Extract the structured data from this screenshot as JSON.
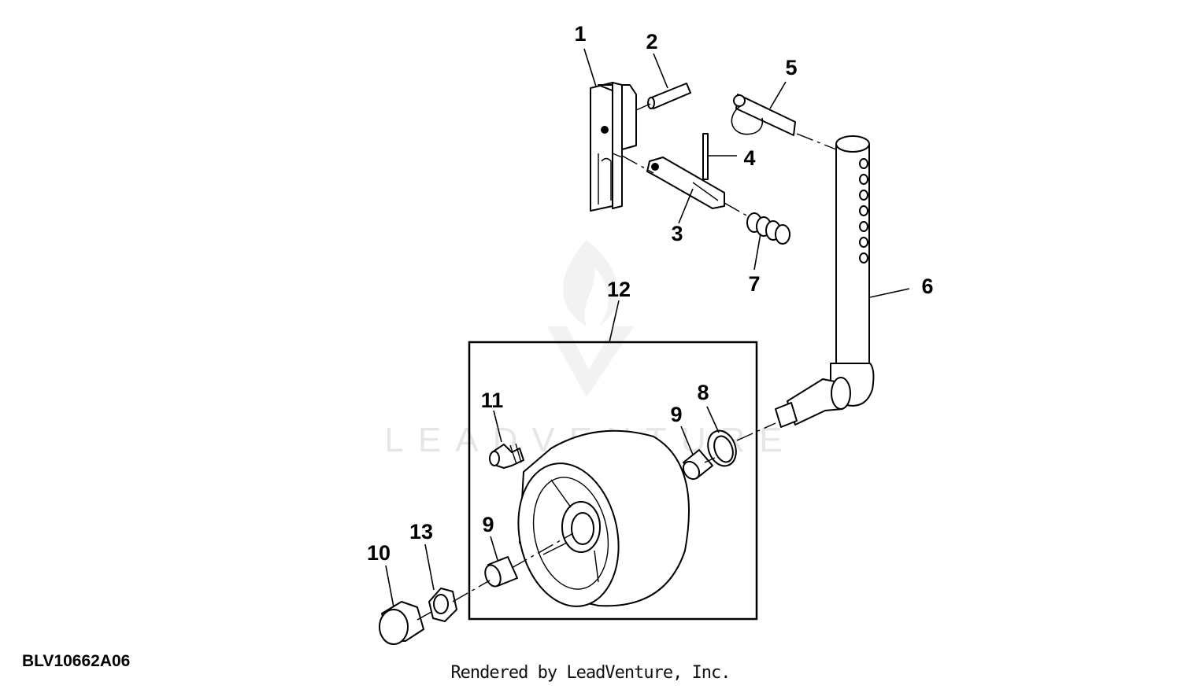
{
  "diagram": {
    "callouts": [
      "1",
      "2",
      "3",
      "4",
      "5",
      "6",
      "7",
      "8",
      "9",
      "9",
      "10",
      "11",
      "12",
      "13"
    ],
    "code": "BLV10662A06",
    "credit": "Rendered by LeadVenture, Inc.",
    "watermark": "LEADVENTURE"
  }
}
